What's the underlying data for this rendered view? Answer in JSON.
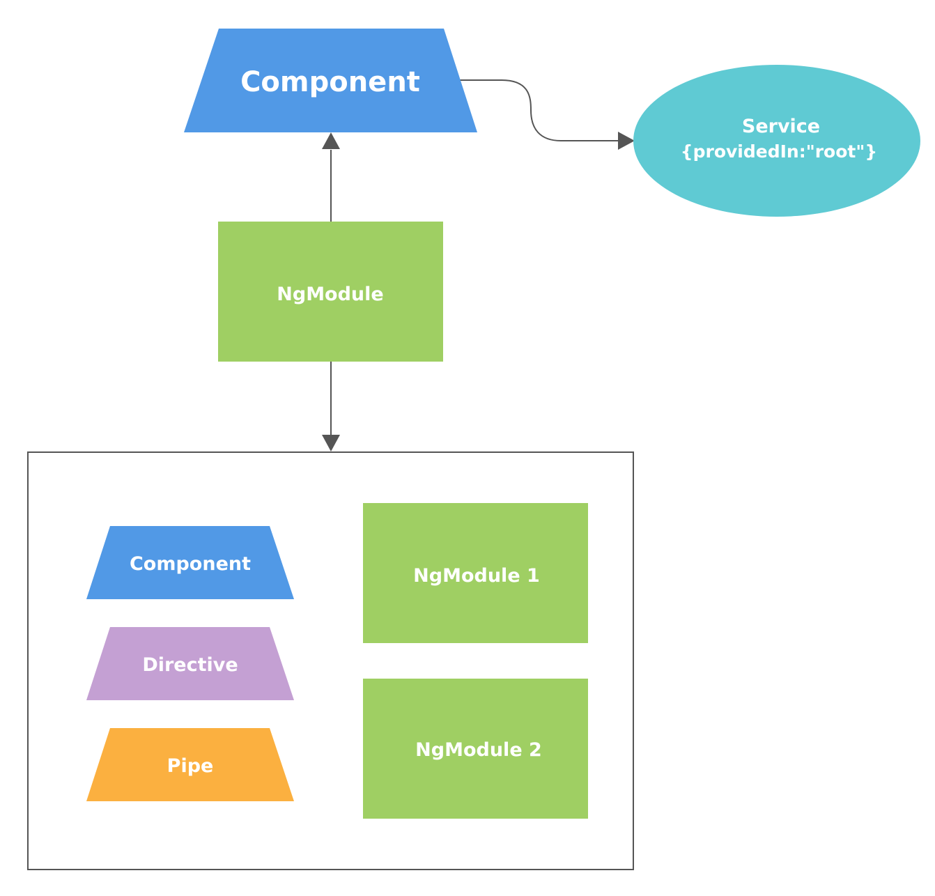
{
  "colors": {
    "component": "#5199E6",
    "directive": "#C4A0D3",
    "pipe": "#FBB040",
    "ngmodule": "#9FCF63",
    "service": "#5FCAD3",
    "connector": "#555555",
    "container_border": "#555555",
    "label_text": "#FFFFFF"
  },
  "nodes": {
    "top_component": {
      "label": "Component",
      "shape": "trapezoid"
    },
    "service": {
      "line1": "Service",
      "line2": "{providedIn:\"root\"}",
      "shape": "ellipse"
    },
    "ngmodule": {
      "label": "NgModule",
      "shape": "rectangle"
    },
    "declarations": {
      "component": {
        "label": "Component",
        "shape": "trapezoid"
      },
      "directive": {
        "label": "Directive",
        "shape": "trapezoid"
      },
      "pipe": {
        "label": "Pipe",
        "shape": "trapezoid"
      }
    },
    "imports": {
      "ngmodule_1": {
        "label": "NgModule 1",
        "shape": "rectangle"
      },
      "ngmodule_2": {
        "label": "NgModule 2",
        "shape": "rectangle"
      }
    }
  },
  "edges": [
    {
      "from": "ngmodule",
      "to": "top_component"
    },
    {
      "from": "top_component",
      "to": "service"
    },
    {
      "from": "ngmodule",
      "to": "container"
    }
  ]
}
